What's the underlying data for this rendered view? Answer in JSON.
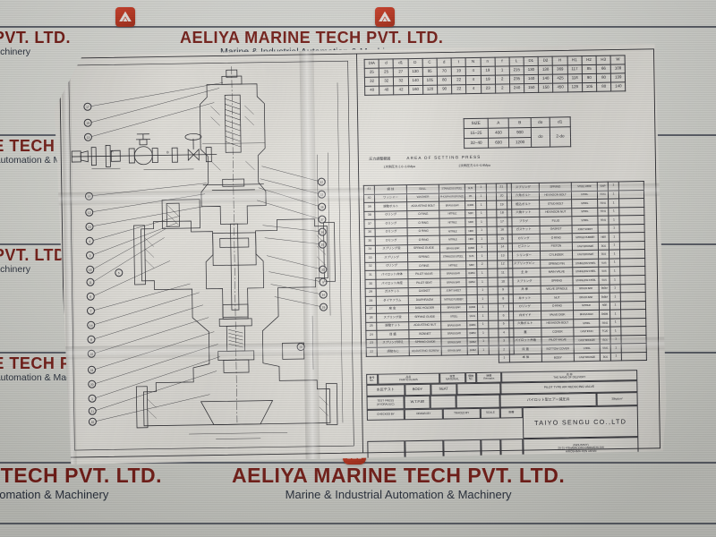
{
  "photo": {
    "subject": "Pilot type air reducing valve assembly drawing",
    "background_watermark": {
      "company": "AELIYA MARINE TECH PVT. LTD.",
      "tagline": "Marine & Industrial Automation & Machinery",
      "logo_name": "aeliya-logo",
      "brand_color": "#c0361f",
      "text_color": "#7a1d17",
      "rule_color": "#3a3f4c"
    }
  },
  "drawing": {
    "dimension_table": {
      "headers": [
        "DIA",
        "d",
        "d1",
        "D",
        "C",
        "d",
        "t",
        "N",
        "n",
        "f",
        "L",
        "D1",
        "D2",
        "H",
        "H1",
        "H2",
        "H3",
        "W"
      ],
      "rows": [
        [
          "25",
          "25",
          "27",
          "130",
          "95",
          "70",
          "19",
          "4",
          "19",
          "1",
          "215",
          "130",
          "130",
          "369",
          "117",
          "85",
          "66",
          "109"
        ],
        [
          "32",
          "32",
          "32",
          "140",
          "105",
          "80",
          "22",
          "4",
          "19",
          "2",
          "235",
          "140",
          "140",
          "425",
          "118",
          "90",
          "80",
          "139"
        ],
        [
          "40",
          "40",
          "42",
          "160",
          "120",
          "90",
          "22",
          "4",
          "23",
          "2",
          "240",
          "150",
          "150",
          "450",
          "129",
          "105",
          "80",
          "140"
        ]
      ]
    },
    "size_table": {
      "headers": [
        "SIZE",
        "A",
        "B",
        "do",
        "d1"
      ],
      "rows": [
        [
          "15~25",
          "400",
          "900",
          "do",
          "2-do"
        ],
        [
          "32~40",
          "600",
          "1200",
          "",
          ""
        ]
      ]
    },
    "setting_press": {
      "label_jp": "圧力調整範囲",
      "label_en": "AREA  OF  SETTING  PRESS",
      "primary": "1次側圧力  2.0~3.0Mpa",
      "secondary": "2次側圧力  0.5~0.9Mpa"
    },
    "piping_dims": [
      "A",
      "B"
    ],
    "parts_header": {
      "no_jp": "番号",
      "no_en": "No.",
      "name_jp": "品名",
      "name_en": "PARTICULARS",
      "material_jp": "材質",
      "material_en": "MATERIAL",
      "qty_jp": "個数",
      "qty_en": "No.",
      "remark_jp": "摘要",
      "remark_en": "Remarks"
    },
    "parts_left": [
      {
        "no": "41",
        "jp": "鋼 球",
        "en": "BALL",
        "mat": "STAINLESS STEEL",
        "matsub": "SUS",
        "qty": "1",
        "rem": ""
      },
      {
        "no": "40",
        "jp": "ワッシャー",
        "en": "WASHER",
        "mat": "PHOSPHOR BRONZE",
        "matsub": "PB",
        "qty": "1",
        "rem": ""
      },
      {
        "no": "39",
        "jp": "調整ボルト",
        "en": "ADJUSTING BOLT",
        "mat": "BRASS BAR",
        "matsub": "BsBM",
        "qty": "1",
        "rem": ""
      },
      {
        "no": "38",
        "jp": "Oリング",
        "en": "O RING",
        "mat": "NITRILE",
        "matsub": "NBR",
        "qty": "1",
        "rem": ""
      },
      {
        "no": "37",
        "jp": "Oリング",
        "en": "O RING",
        "mat": "NITRILE",
        "matsub": "NBR",
        "qty": "1",
        "rem": ""
      },
      {
        "no": "36",
        "jp": "Oリング",
        "en": "O RING",
        "mat": "NITRILE",
        "matsub": "NBR",
        "qty": "1",
        "rem": ""
      },
      {
        "no": "35",
        "jp": "Oリング",
        "en": "O RING",
        "mat": "NITRILE",
        "matsub": "NBR",
        "qty": "1",
        "rem": ""
      },
      {
        "no": "34",
        "jp": "スプリング受",
        "en": "SPRING GUIDE",
        "mat": "BRASS BAR",
        "matsub": "BsBM",
        "qty": "1",
        "rem": ""
      },
      {
        "no": "33",
        "jp": "スプリング",
        "en": "SPRING",
        "mat": "STAINLESS STEEL",
        "matsub": "SUS",
        "qty": "1",
        "rem": ""
      },
      {
        "no": "32",
        "jp": "Oリング",
        "en": "O RING",
        "mat": "NITRILE",
        "matsub": "NBR",
        "qty": "2",
        "rem": ""
      },
      {
        "no": "31",
        "jp": "パイロット弁体",
        "en": "PILOT VALVE",
        "mat": "BRASS BAR",
        "matsub": "BsBM",
        "qty": "1",
        "rem": ""
      },
      {
        "no": "30",
        "jp": "パイロット弁座",
        "en": "PILOT SEAT",
        "mat": "BRASS BAR",
        "matsub": "BsBM",
        "qty": "1",
        "rem": ""
      },
      {
        "no": "29",
        "jp": "ガスケット",
        "en": "GASKET",
        "mat": "JOINT SHEET",
        "matsub": "",
        "qty": "1",
        "rem": ""
      },
      {
        "no": "28",
        "jp": "ダイヤフラム",
        "en": "DIAPHRAGM",
        "mat": "NITRILE RUBBER",
        "matsub": "",
        "qty": "1",
        "rem": ""
      },
      {
        "no": "27",
        "jp": "座 金",
        "en": "DISC HOLDER",
        "mat": "BRASS BAR",
        "matsub": "BsBM",
        "qty": "1",
        "rem": ""
      },
      {
        "no": "26",
        "jp": "スプリング受",
        "en": "SPRING GUIDE",
        "mat": "STEEL",
        "matsub": "SS41",
        "qty": "1",
        "rem": ""
      },
      {
        "no": "25",
        "jp": "調整ナット",
        "en": "ADJUSTING NUT",
        "mat": "BRASS BAR",
        "matsub": "BsBM",
        "qty": "1",
        "rem": ""
      },
      {
        "no": "24",
        "jp": "目 盛",
        "en": "BONNET",
        "mat": "BRASS BAR",
        "matsub": "BsBM",
        "qty": "1",
        "rem": ""
      },
      {
        "no": "23",
        "jp": "スプリング押え",
        "en": "SPRING GUIDE",
        "mat": "BRASS BAR",
        "matsub": "BsBM",
        "qty": "1",
        "rem": ""
      },
      {
        "no": "22",
        "jp": "調整ねじ",
        "en": "ADJUSTING SCREW",
        "mat": "BRASS BAR",
        "matsub": "BsBM",
        "qty": "1",
        "rem": ""
      }
    ],
    "parts_right": [
      {
        "no": "21",
        "jp": "スプリング",
        "en": "SPRING",
        "mat": "STEEL WIRE",
        "matsub": "SWP",
        "qty": "1",
        "rem": ""
      },
      {
        "no": "20",
        "jp": "六角ボルト",
        "en": "HEXAGON BOLT",
        "mat": "STEEL",
        "matsub": "SS41",
        "qty": "1",
        "rem": ""
      },
      {
        "no": "19",
        "jp": "植込ボルト",
        "en": "STUD BOLT",
        "mat": "STEEL",
        "matsub": "SS41",
        "qty": "1",
        "rem": ""
      },
      {
        "no": "18",
        "jp": "六角ナット",
        "en": "HEXAGON NUT",
        "mat": "STEEL",
        "matsub": "SS41",
        "qty": "1",
        "rem": ""
      },
      {
        "no": "17",
        "jp": "プラグ",
        "en": "PLUG",
        "mat": "STEEL",
        "matsub": "SS41",
        "qty": "1",
        "rem": ""
      },
      {
        "no": "16",
        "jp": "ガスケット",
        "en": "GASKET",
        "mat": "JOINT SHEET",
        "matsub": "",
        "qty": "1",
        "rem": ""
      },
      {
        "no": "15",
        "jp": "Oリング",
        "en": "O RING",
        "mat": "NITRILE RUBBER",
        "matsub": "NBR",
        "qty": "1",
        "rem": ""
      },
      {
        "no": "14",
        "jp": "ピストン",
        "en": "PISTON",
        "mat": "CAST BRONZE",
        "matsub": "BC6",
        "qty": "1",
        "rem": ""
      },
      {
        "no": "13",
        "jp": "シリンダー",
        "en": "CYLINDER",
        "mat": "CAST BRONZE",
        "matsub": "BC6",
        "qty": "1",
        "rem": ""
      },
      {
        "no": "12",
        "jp": "スプリングピン",
        "en": "SPRING PIN",
        "mat": "STAINLESS STEEL",
        "matsub": "SUS",
        "qty": "1",
        "rem": ""
      },
      {
        "no": "11",
        "jp": "主 弁",
        "en": "MAIN VALVE",
        "mat": "STAINLESS STEEL",
        "matsub": "SUS",
        "qty": "1",
        "rem": ""
      },
      {
        "no": "10",
        "jp": "スプリング",
        "en": "SPRING",
        "mat": "STAINLESS STEEL",
        "matsub": "SUS",
        "qty": "1",
        "rem": ""
      },
      {
        "no": "9",
        "jp": "弁 棒",
        "en": "VALVE SPINDLE",
        "mat": "BRASS BAR",
        "matsub": "BsBM",
        "qty": "1",
        "rem": ""
      },
      {
        "no": "8",
        "jp": "弁ナット",
        "en": "NUT",
        "mat": "BRASS BAR",
        "matsub": "BsBM",
        "qty": "1",
        "rem": ""
      },
      {
        "no": "7",
        "jp": "Oリング",
        "en": "O RING",
        "mat": "NITRILE",
        "matsub": "NBR",
        "qty": "1",
        "rem": ""
      },
      {
        "no": "6",
        "jp": "弁ガイド",
        "en": "VALVE DISK",
        "mat": "BRASS BAR",
        "matsub": "BsBM",
        "qty": "1",
        "rem": ""
      },
      {
        "no": "5",
        "jp": "六角ボルト",
        "en": "HEXAGON BOLT",
        "mat": "STEEL",
        "matsub": "SS41",
        "qty": "1",
        "rem": ""
      },
      {
        "no": "4",
        "jp": "蓋",
        "en": "COVER",
        "mat": "CAST IRON",
        "matsub": "FC20",
        "qty": "1",
        "rem": ""
      },
      {
        "no": "3",
        "jp": "パイロット弁箱",
        "en": "PILOT VALVE",
        "mat": "CAST BRONZE",
        "matsub": "BC6",
        "qty": "1",
        "rem": ""
      },
      {
        "no": "2",
        "jp": "底 蓋",
        "en": "BOTTOM COVER",
        "mat": "STEEL",
        "matsub": "SS41",
        "qty": "1",
        "rem": ""
      },
      {
        "no": "1",
        "jp": "本 体",
        "en": "BODY",
        "mat": "CAST BRONZE",
        "matsub": "BC6",
        "qty": "1",
        "rem": ""
      }
    ],
    "title_block": {
      "test_press_jp": "水圧テスト",
      "test_press_en": "TEST  PRESS",
      "test_press_note": "(HYDRAULIC)",
      "body_label": "BODY",
      "seat_label": "SEAT",
      "body_value": "W.T.P.80",
      "seat_value": "",
      "checked_by": "CHECKED BY",
      "drawn_by": "DRAWN BY",
      "traced_by": "TRACED BY",
      "scale": "SCALE",
      "drawing_no_jp": "図番",
      "drawing_no_en": "No.",
      "name_jp": "名 称",
      "name_en": "THE NAME OF DELIVERY",
      "product_en": "PILOT TYPE AIR REDUCING VALVE",
      "product_jp": "パイロット型エアー減圧弁",
      "pressure": "30kg/cm²",
      "company": "TAIYO SENGU CO.,LTD",
      "company_sub": "(INDUSTRY)",
      "address1": "20-31 KOHAMA-CHO ONOMICHI-SHI",
      "address2": "HIROSHIMA-KEN JAPAN"
    },
    "callouts_left": [
      "17",
      "19",
      "13",
      "15",
      "12",
      "23",
      "4",
      "3",
      "16",
      "11",
      "6",
      "7",
      "14",
      "8",
      "18",
      "24",
      "20",
      "1",
      "21",
      "10",
      "5",
      "2",
      "22"
    ],
    "callouts_right": [
      "32",
      "33",
      "38",
      "37",
      "36",
      "35",
      "30",
      "9",
      "34",
      "29",
      "28",
      "27",
      "26",
      "25",
      "31",
      "39",
      "40",
      "41"
    ]
  }
}
